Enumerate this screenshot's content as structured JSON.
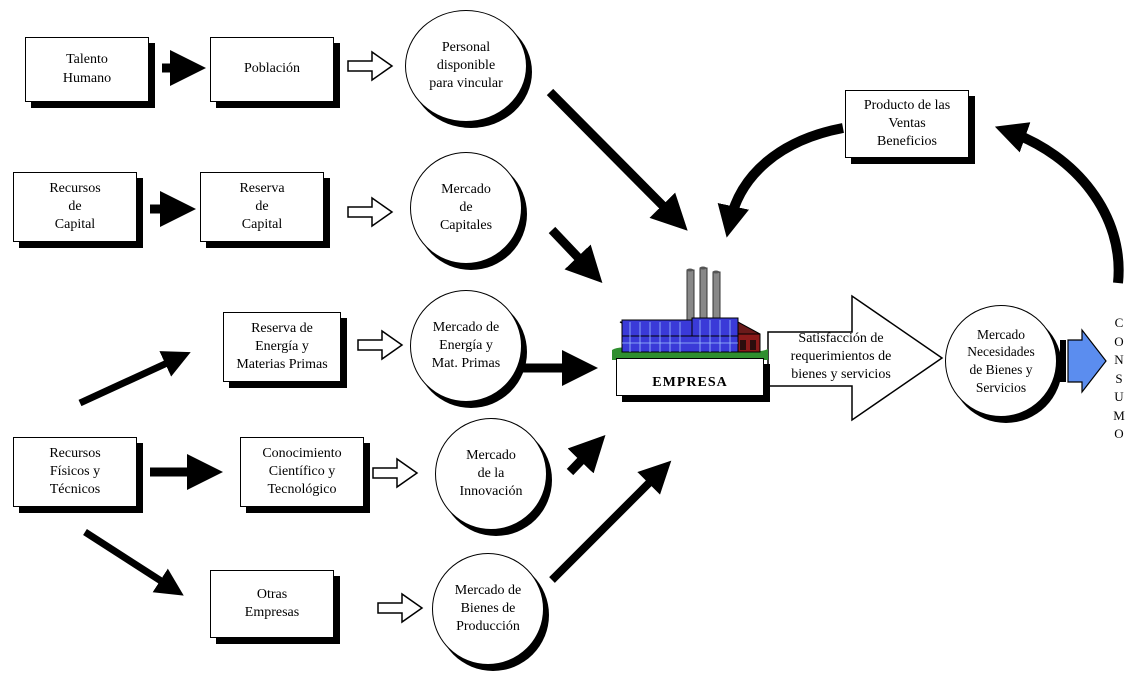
{
  "boxes": {
    "talento_humano": "Talento\nHumano",
    "poblacion": "Población",
    "recursos_capital": "Recursos\nde\nCapital",
    "reserva_capital": "Reserva\nde\nCapital",
    "reserva_energia": "Reserva de\nEnergía y\nMaterias Primas",
    "recursos_fisicos": "Recursos\nFísicos y\nTécnicos",
    "conocimiento": "Conocimiento\nCientífico y\nTecnológico",
    "otras_empresas": "Otras\nEmpresas",
    "producto_ventas": "Producto de las\nVentas\nBeneficios"
  },
  "circles": {
    "personal": "Personal\ndisponible\npara vincular",
    "mercado_capitales": "Mercado\nde\nCapitales",
    "mercado_energia": "Mercado de\nEnergía y\nMat. Primas",
    "mercado_innovacion": "Mercado\nde la\nInnovación",
    "mercado_bienes_produccion": "Mercado de\nBienes de\nProducción",
    "mercado_necesidades": "Mercado\nNecesidades\nde Bienes y\nServicios"
  },
  "empresa": "EMPRESA",
  "satisfaccion": "Satisfacción de\nrequerimientos de\nbienes y servicios",
  "consumo": [
    "C",
    "O",
    "N",
    "S",
    "U",
    "M",
    "O"
  ],
  "colors": {
    "arrow": "#000000",
    "consumo_arrow": "#5b8def",
    "factory_glass": "#3a3ad8",
    "factory_wall": "#8b1a1a",
    "grass": "#2f8f2f"
  }
}
